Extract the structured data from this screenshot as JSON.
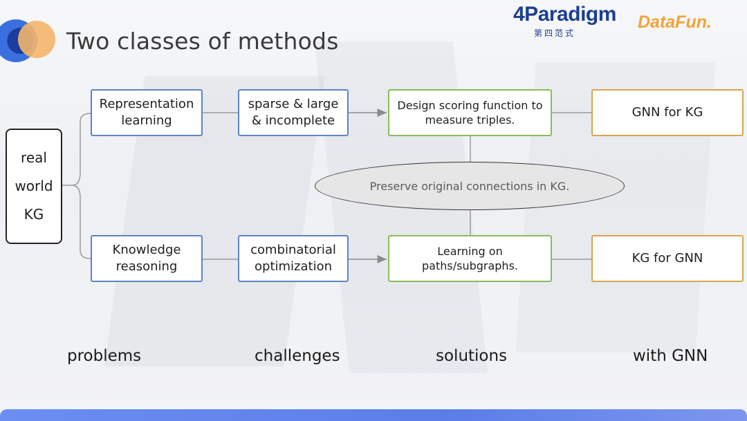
{
  "header": {
    "title": "Two classes of methods",
    "brand_primary": "4Paradigm",
    "brand_primary_sub": "第四范式",
    "brand_secondary": "DataFun."
  },
  "diagram": {
    "root": [
      "real",
      "world",
      "KG"
    ],
    "top_row": {
      "problem": [
        "Representation",
        "learning"
      ],
      "challenge": [
        "sparse & large",
        "& incomplete"
      ],
      "solution": [
        "Design scoring function to",
        "measure triples."
      ],
      "gnn": "GNN for KG"
    },
    "bottom_row": {
      "problem": [
        "Knowledge",
        "reasoning"
      ],
      "challenge": [
        "combinatorial",
        "optimization"
      ],
      "solution": [
        "Learning on",
        "paths/subgraphs."
      ],
      "gnn": "KG for GNN"
    },
    "shared_note": "Preserve original connections in KG.",
    "columns": [
      "problems",
      "challenges",
      "solutions",
      "with GNN"
    ]
  },
  "colors": {
    "problem_border": "#5b84c6",
    "solution_border": "#8abb5a",
    "gnn_border": "#d9a54a",
    "accent_blue": "#1c3f91",
    "accent_orange": "#f0a33a"
  }
}
